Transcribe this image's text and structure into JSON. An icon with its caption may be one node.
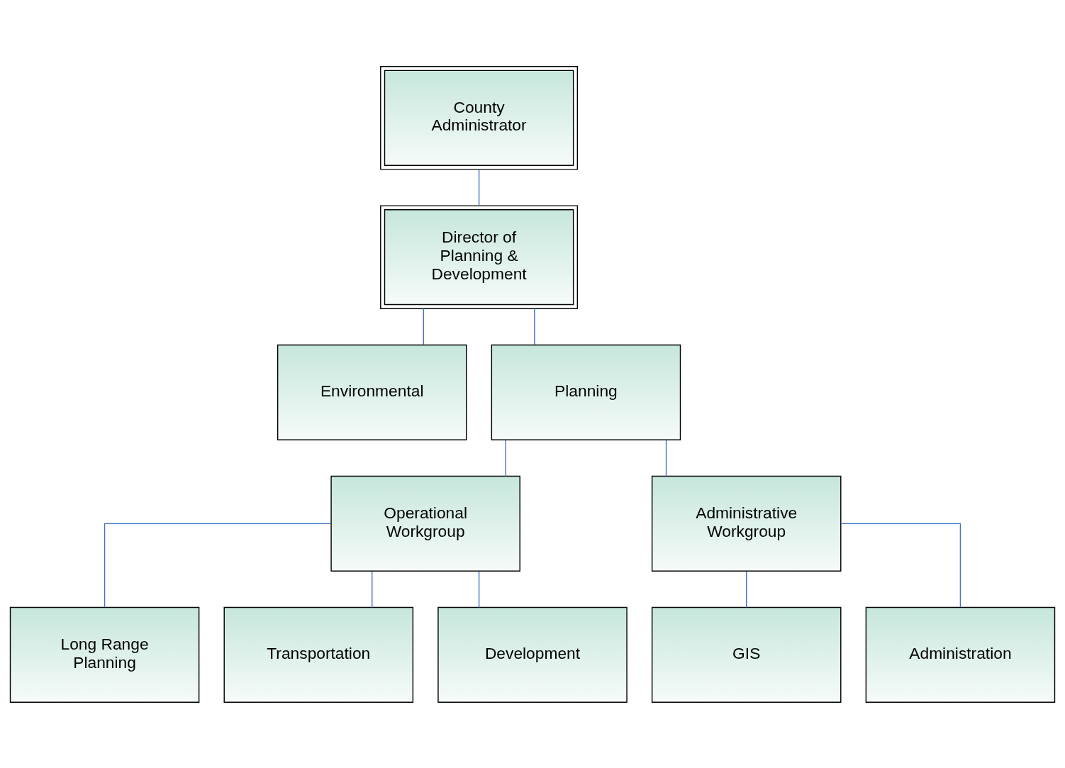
{
  "diagram": {
    "nodes": [
      {
        "text": [
          "County Administrator"
        ]
      },
      {
        "text": [
          "Director of Planning & Development"
        ]
      },
      {
        "text": [
          "Environmental"
        ]
      },
      {
        "text": [
          "Planning"
        ]
      },
      {
        "text": [
          "Operational Workgroup"
        ]
      },
      {
        "text": [
          "Administrative Workgroup"
        ]
      },
      {
        "text": [
          "Long Range Planning"
        ]
      },
      {
        "text": [
          "Transportation"
        ]
      },
      {
        "text": [
          "Development"
        ]
      },
      {
        "text": [
          "GIS"
        ]
      },
      {
        "text": [
          "Administration"
        ]
      }
    ],
    "edges": [
      {
        "from": 0,
        "to": 1,
        "arrow": "none"
      },
      {
        "from": 1,
        "to": 2,
        "arrow": "none"
      },
      {
        "from": 1,
        "to": 3,
        "arrow": "none"
      },
      {
        "from": 3,
        "to": 4,
        "arrow": "none"
      },
      {
        "from": 3,
        "to": 5,
        "arrow": "none"
      },
      {
        "from": 4,
        "to": 6,
        "arrow": "none"
      },
      {
        "from": 4,
        "to": 7,
        "arrow": "none"
      },
      {
        "from": 4,
        "to": 8,
        "arrow": "none"
      },
      {
        "from": 5,
        "to": 9,
        "arrow": "none"
      },
      {
        "from": 5,
        "to": 10,
        "arrow": "none"
      }
    ]
  }
}
